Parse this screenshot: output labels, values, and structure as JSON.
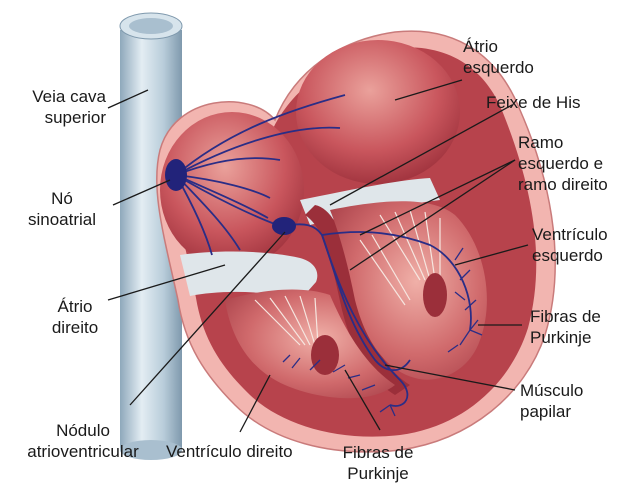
{
  "labels": {
    "veia_cava_1": "Veia cava",
    "veia_cava_2": "superior",
    "no_sinoatrial_1": "Nó",
    "no_sinoatrial_2": "sinoatrial",
    "atrio_direito_1": "Átrio",
    "atrio_direito_2": "direito",
    "nodulo_av_1": "Nódulo",
    "nodulo_av_2": "atrioventricular",
    "ventriculo_direito": "Ventrículo direito",
    "fibras_purkinje_bottom_1": "Fibras de",
    "fibras_purkinje_bottom_2": "Purkinje",
    "atrio_esquerdo_1": "Átrio",
    "atrio_esquerdo_2": "esquerdo",
    "feixe_his": "Feixe de His",
    "ramos_1": "Ramo",
    "ramos_2": "esquerdo e",
    "ramos_3": "ramo direito",
    "ventriculo_esquerdo_1": "Ventrículo",
    "ventriculo_esquerdo_2": "esquerdo",
    "fibras_purkinje_right_1": "Fibras de",
    "fibras_purkinje_right_2": "Purkinje",
    "musculo_papilar_1": "Músculo",
    "musculo_papilar_2": "papilar"
  },
  "colors": {
    "pericardium": "#f2b5b0",
    "muscle": "#b7434c",
    "muscle_dark": "#8f2a35",
    "chamber": "#d86f6f",
    "chamber_light": "#e99792",
    "vein": "#c5d6e2",
    "vein_shade": "#8ea8bb",
    "conduction": "#2a2d86",
    "node": "#22237a",
    "valve": "#dfe6ea",
    "leader": "#1a1a1a"
  }
}
